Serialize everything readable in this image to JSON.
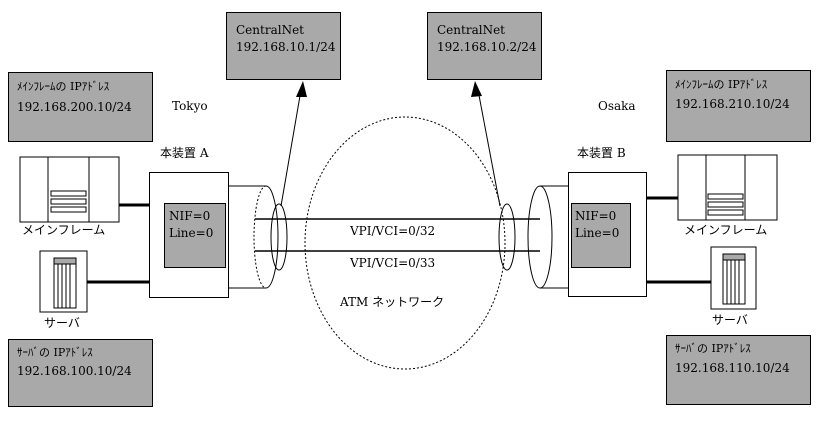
{
  "central_a": {
    "name": "CentralNet",
    "ip": "192.168.10.1/24"
  },
  "central_b": {
    "name": "CentralNet",
    "ip": "192.168.10.2/24"
  },
  "tokyo": {
    "site": "Tokyo",
    "mainframe_note_label": "ﾒｲﾝﾌﾚｰﾑの IPｱﾄﾞﾚｽ",
    "mainframe_note_ip": "192.168.200.10/24",
    "server_note_label": "ｻｰﾊﾞの IPｱﾄﾞﾚｽ",
    "server_note_ip": "192.168.100.10/24",
    "device_label": "本装置 A",
    "nif": "NIF=0",
    "line": "Line=0",
    "mainframe_label": "メインフレーム",
    "server_label": "サーバ"
  },
  "osaka": {
    "site": "Osaka",
    "mainframe_note_label": "ﾒｲﾝﾌﾚｰﾑの IPｱﾄﾞﾚｽ",
    "mainframe_note_ip": "192.168.210.10/24",
    "server_note_label": "ｻｰﾊﾞの IPｱﾄﾞﾚｽ",
    "server_note_ip": "192.168.110.10/24",
    "device_label": "本装置 B",
    "nif": "NIF=0",
    "line": "Line=0",
    "mainframe_label": "メインフレーム",
    "server_label": "サーバ"
  },
  "pvc1": "VPI/VCI=0/32",
  "pvc2": "VPI/VCI=0/33",
  "atm_label": "ATM ネットワーク"
}
